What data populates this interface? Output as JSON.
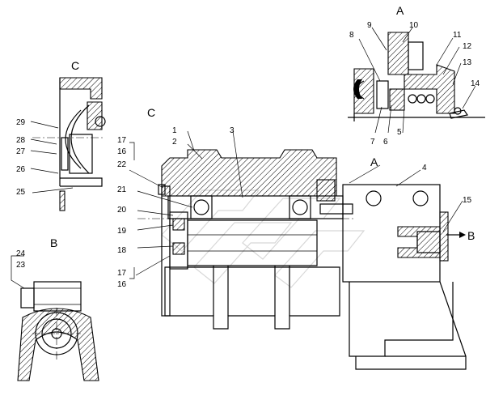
{
  "view_labels": [
    "A",
    "C",
    "C",
    "A",
    "B",
    "B"
  ],
  "part_numbers": {
    "main": [
      "1",
      "2",
      "3",
      "4",
      "15",
      "16",
      "17",
      "16",
      "17",
      "18",
      "19",
      "20",
      "21",
      "22"
    ],
    "detail_a": [
      "5",
      "6",
      "7",
      "8",
      "9",
      "10",
      "11",
      "12",
      "13",
      "14"
    ],
    "detail_c": [
      "25",
      "26",
      "27",
      "28",
      "29"
    ],
    "detail_b": [
      "23",
      "24"
    ]
  },
  "colors": {
    "line": "#000000",
    "background": "#ffffff",
    "watermark": "#d8d8d8"
  }
}
